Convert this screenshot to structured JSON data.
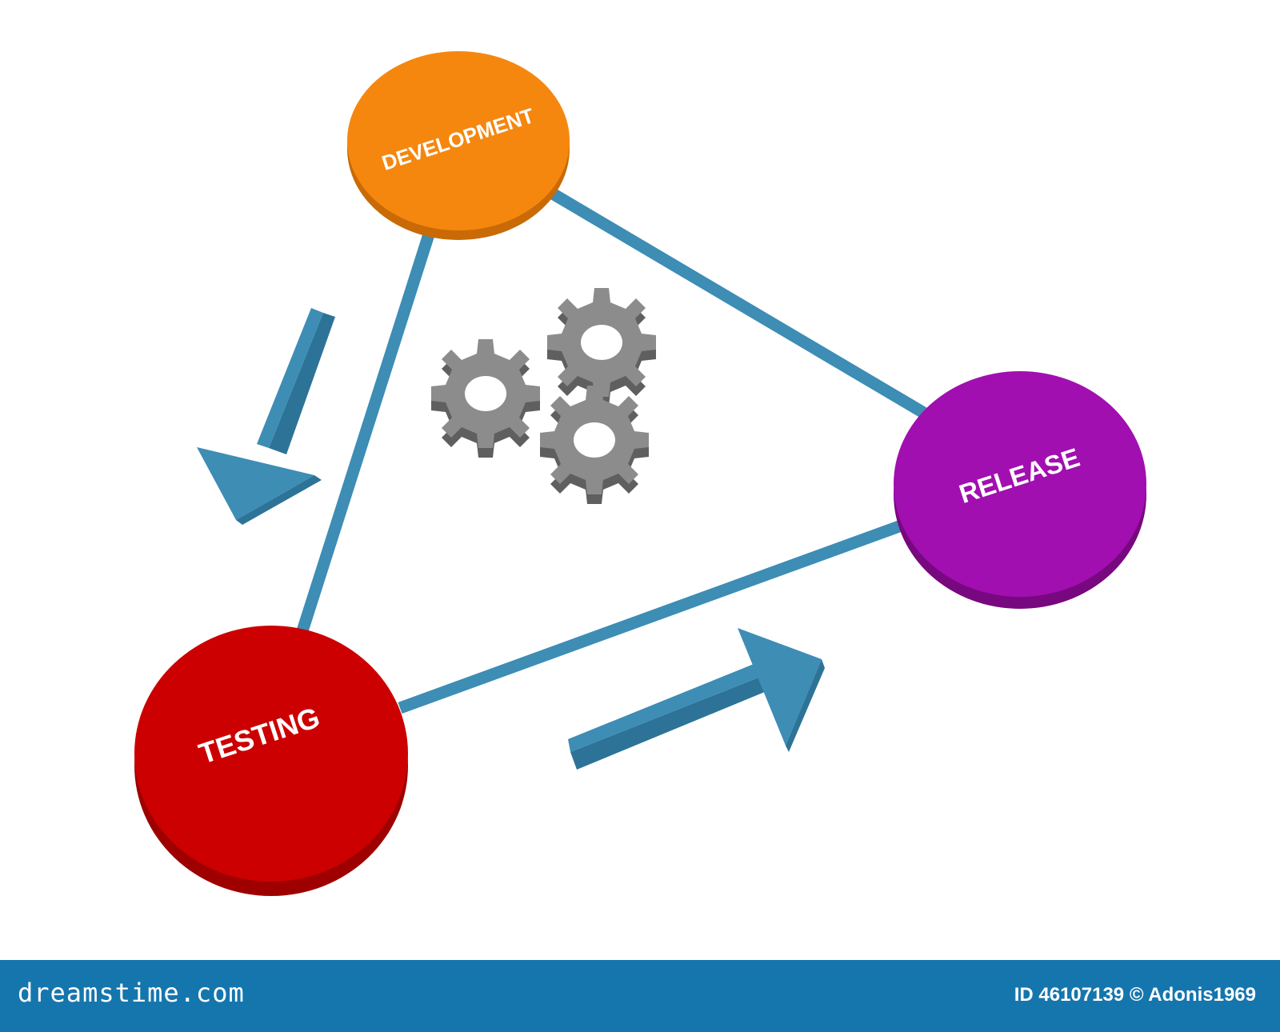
{
  "diagram": {
    "nodes": [
      {
        "id": "development",
        "label": "DEVELOPMENT",
        "color": "#f5870f"
      },
      {
        "id": "release",
        "label": "RELEASE",
        "color": "#a10fb0"
      },
      {
        "id": "testing",
        "label": "TESTING",
        "color": "#cc0000"
      }
    ],
    "edges": [
      {
        "from": "development",
        "to": "release"
      },
      {
        "from": "development",
        "to": "testing"
      },
      {
        "from": "testing",
        "to": "release"
      }
    ],
    "flow_arrows": [
      {
        "from": "development",
        "to": "testing"
      },
      {
        "from": "testing",
        "to": "release"
      }
    ],
    "connector_color": "#3d8db5",
    "gear_color": "#8a8a8a",
    "center_icon": "gears-icon"
  },
  "footer": {
    "brand": "dreamstime.com",
    "credit": "ID 46107139 © Adonis1969",
    "background": "#1576ae"
  }
}
